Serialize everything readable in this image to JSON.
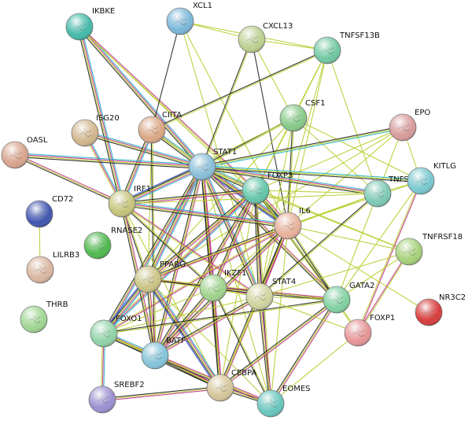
{
  "diagram": {
    "type": "protein-interaction-network",
    "edge_palette": {
      "cyan": "#22b3c8",
      "magenta": "#c0308a",
      "olive": "#b8cc2e",
      "black": "#222222",
      "blue": "#2b4ad6",
      "lilac": "#9a77c8"
    },
    "nodes": [
      {
        "id": "IKBKE",
        "label": "IKBKE",
        "color": "#42b9a8"
      },
      {
        "id": "XCL1",
        "label": "XCL1",
        "color": "#7ab7d8"
      },
      {
        "id": "CXCL13",
        "label": "CXCL13",
        "color": "#bccf8f"
      },
      {
        "id": "TNFSF13B",
        "label": "TNFSF13B",
        "color": "#6fc8a1"
      },
      {
        "id": "CSF1",
        "label": "CSF1",
        "color": "#86c987"
      },
      {
        "id": "EPO",
        "label": "EPO",
        "color": "#d89a9a"
      },
      {
        "id": "ISG20",
        "label": "ISG20",
        "color": "#d1b68d"
      },
      {
        "id": "CIITA",
        "label": "CIITA",
        "color": "#d9a784"
      },
      {
        "id": "OASL",
        "label": "OASL",
        "color": "#d8a38c"
      },
      {
        "id": "STAT1",
        "label": "STAT1",
        "color": "#88bed8"
      },
      {
        "id": "FOXP3",
        "label": "FOXP3",
        "color": "#63c6a8"
      },
      {
        "id": "TNFS",
        "label": "TNFS",
        "color": "#7cc9b3"
      },
      {
        "id": "KITLG",
        "label": "KITLG",
        "color": "#79c8cf"
      },
      {
        "id": "IRF1",
        "label": "IRF1",
        "color": "#c5c47a"
      },
      {
        "id": "IL6",
        "label": "IL6",
        "color": "#e8b09a"
      },
      {
        "id": "CD72",
        "label": "CD72",
        "color": "#4055b0"
      },
      {
        "id": "RNASE2",
        "label": "RNASE2",
        "color": "#4fb84e"
      },
      {
        "id": "LILRB3",
        "label": "LILRB3",
        "color": "#d9b59e"
      },
      {
        "id": "TNFRSF18",
        "label": "TNFRSF18",
        "color": "#a5d078"
      },
      {
        "id": "PPARG",
        "label": "PPARG",
        "color": "#c9c384"
      },
      {
        "id": "IKZF1",
        "label": "IKZF1",
        "color": "#9fd38c"
      },
      {
        "id": "STAT4",
        "label": "STAT4",
        "color": "#cfd39c"
      },
      {
        "id": "GATA2",
        "label": "GATA2",
        "color": "#7fd0a0"
      },
      {
        "id": "NR3C2",
        "label": "NR3C2",
        "color": "#d83b3b"
      },
      {
        "id": "THRB",
        "label": "THRB",
        "color": "#9fd591"
      },
      {
        "id": "FOXO1",
        "label": "FOXO1",
        "color": "#8fd3a7"
      },
      {
        "id": "FOXP1",
        "label": "FOXP1",
        "color": "#e79496"
      },
      {
        "id": "BATF",
        "label": "BATF",
        "color": "#83c3d9"
      },
      {
        "id": "SREBF2",
        "label": "SREBF2",
        "color": "#9a8fd0"
      },
      {
        "id": "CEBPA",
        "label": "CEBPA",
        "color": "#d5c59a"
      },
      {
        "id": "EOMES",
        "label": "EOMES",
        "color": "#67c6bd"
      }
    ],
    "edges": [
      [
        "IKBKE",
        "STAT1",
        "cyan",
        "magenta",
        "olive",
        "black"
      ],
      [
        "IKBKE",
        "IRF1",
        "cyan",
        "magenta",
        "olive",
        "black"
      ],
      [
        "IKBKE",
        "IL6",
        "olive"
      ],
      [
        "IKBKE",
        "FOXP3",
        "magenta",
        "olive"
      ],
      [
        "XCL1",
        "CXCL13",
        "olive"
      ],
      [
        "XCL1",
        "TNFSF13B",
        "olive"
      ],
      [
        "XCL1",
        "CIITA",
        "black"
      ],
      [
        "XCL1",
        "IL6",
        "olive"
      ],
      [
        "XCL1",
        "STAT4",
        "olive"
      ],
      [
        "CXCL13",
        "TNFSF13B",
        "olive"
      ],
      [
        "CXCL13",
        "STAT1",
        "olive",
        "black"
      ],
      [
        "CXCL13",
        "IL6",
        "black"
      ],
      [
        "CXCL13",
        "CSF1",
        "olive"
      ],
      [
        "TNFSF13B",
        "CIITA",
        "olive",
        "black"
      ],
      [
        "TNFSF13B",
        "CSF1",
        "olive"
      ],
      [
        "TNFSF13B",
        "IL6",
        "olive"
      ],
      [
        "TNFSF13B",
        "FOXP3",
        "olive"
      ],
      [
        "TNFSF13B",
        "TNFS",
        "olive"
      ],
      [
        "TNFSF13B",
        "STAT4",
        "olive"
      ],
      [
        "CSF1",
        "STAT1",
        "olive",
        "black"
      ],
      [
        "CSF1",
        "IL6",
        "olive",
        "black"
      ],
      [
        "CSF1",
        "FOXP3",
        "olive"
      ],
      [
        "CSF1",
        "TNFS",
        "olive"
      ],
      [
        "CSF1",
        "KITLG",
        "olive"
      ],
      [
        "CSF1",
        "IRF1",
        "olive"
      ],
      [
        "CSF1",
        "PPARG",
        "olive"
      ],
      [
        "CSF1",
        "STAT4",
        "olive"
      ],
      [
        "EPO",
        "STAT1",
        "cyan",
        "olive",
        "black"
      ],
      [
        "EPO",
        "IL6",
        "olive"
      ],
      [
        "EPO",
        "KITLG",
        "olive"
      ],
      [
        "EPO",
        "TNFS",
        "olive"
      ],
      [
        "EPO",
        "FOXP3",
        "olive"
      ],
      [
        "EPO",
        "PPARG",
        "olive"
      ],
      [
        "ISG20",
        "STAT1",
        "cyan",
        "magenta",
        "olive",
        "black"
      ],
      [
        "ISG20",
        "IRF1",
        "cyan",
        "magenta",
        "olive"
      ],
      [
        "CIITA",
        "STAT1",
        "cyan",
        "magenta",
        "olive",
        "black"
      ],
      [
        "CIITA",
        "IRF1",
        "cyan",
        "magenta",
        "olive",
        "black"
      ],
      [
        "CIITA",
        "IL6",
        "olive"
      ],
      [
        "CIITA",
        "PPARG",
        "olive"
      ],
      [
        "CIITA",
        "BATF",
        "olive",
        "black"
      ],
      [
        "OASL",
        "STAT1",
        "cyan",
        "magenta",
        "olive",
        "black"
      ],
      [
        "OASL",
        "IRF1",
        "magenta",
        "olive",
        "black"
      ],
      [
        "STAT1",
        "IRF1",
        "cyan",
        "magenta",
        "olive",
        "black",
        "blue"
      ],
      [
        "STAT1",
        "IL6",
        "cyan",
        "magenta",
        "olive",
        "black",
        "blue"
      ],
      [
        "STAT1",
        "FOXP3",
        "cyan",
        "magenta",
        "olive",
        "black"
      ],
      [
        "STAT1",
        "TNFS",
        "cyan",
        "magenta",
        "olive",
        "black"
      ],
      [
        "STAT1",
        "KITLG",
        "cyan",
        "olive",
        "black"
      ],
      [
        "STAT1",
        "PPARG",
        "cyan",
        "magenta",
        "olive",
        "black"
      ],
      [
        "STAT1",
        "IKZF1",
        "magenta",
        "olive",
        "black"
      ],
      [
        "STAT1",
        "STAT4",
        "cyan",
        "magenta",
        "olive",
        "black"
      ],
      [
        "STAT1",
        "GATA2",
        "magenta",
        "olive",
        "black"
      ],
      [
        "STAT1",
        "FOXO1",
        "cyan",
        "magenta",
        "olive",
        "black"
      ],
      [
        "STAT1",
        "BATF",
        "magenta",
        "olive",
        "black"
      ],
      [
        "STAT1",
        "CEBPA",
        "magenta",
        "olive",
        "black"
      ],
      [
        "STAT1",
        "EOMES",
        "olive"
      ],
      [
        "STAT1",
        "TNFRSF18",
        "olive"
      ],
      [
        "FOXP3",
        "IL6",
        "magenta",
        "olive",
        "black",
        "blue"
      ],
      [
        "FOXP3",
        "IRF1",
        "magenta",
        "olive",
        "black"
      ],
      [
        "FOXP3",
        "PPARG",
        "magenta",
        "olive",
        "black"
      ],
      [
        "FOXP3",
        "IKZF1",
        "magenta",
        "olive",
        "black"
      ],
      [
        "FOXP3",
        "STAT4",
        "magenta",
        "olive",
        "black"
      ],
      [
        "FOXP3",
        "GATA2",
        "olive",
        "black"
      ],
      [
        "FOXP3",
        "FOXO1",
        "cyan",
        "magenta",
        "olive"
      ],
      [
        "FOXP3",
        "BATF",
        "magenta",
        "olive",
        "black"
      ],
      [
        "FOXP3",
        "CEBPA",
        "olive"
      ],
      [
        "FOXP3",
        "EOMES",
        "olive",
        "black"
      ],
      [
        "FOXP3",
        "TNFS",
        "olive"
      ],
      [
        "FOXP3",
        "TNFRSF18",
        "olive"
      ],
      [
        "FOXP3",
        "FOXP1",
        "olive"
      ],
      [
        "TNFS",
        "IL6",
        "olive"
      ],
      [
        "TNFS",
        "KITLG",
        "olive"
      ],
      [
        "TNFS",
        "IRF1",
        "olive"
      ],
      [
        "TNFS",
        "PPARG",
        "olive"
      ],
      [
        "TNFS",
        "STAT4",
        "olive",
        "black"
      ],
      [
        "TNFS",
        "GATA2",
        "olive"
      ],
      [
        "KITLG",
        "IL6",
        "olive"
      ],
      [
        "KITLG",
        "GATA2",
        "olive"
      ],
      [
        "KITLG",
        "FOXP1",
        "magenta",
        "olive"
      ],
      [
        "IRF1",
        "IL6",
        "cyan",
        "magenta",
        "olive",
        "black"
      ],
      [
        "IRF1",
        "PPARG",
        "olive",
        "black"
      ],
      [
        "IRF1",
        "STAT4",
        "magenta",
        "olive"
      ],
      [
        "IRF1",
        "IKZF1",
        "olive",
        "black"
      ],
      [
        "IRF1",
        "BATF",
        "magenta",
        "olive",
        "black"
      ],
      [
        "IRF1",
        "CEBPA",
        "olive"
      ],
      [
        "IL6",
        "PPARG",
        "magenta",
        "olive",
        "black"
      ],
      [
        "IL6",
        "IKZF1",
        "olive"
      ],
      [
        "IL6",
        "STAT4",
        "magenta",
        "olive",
        "black"
      ],
      [
        "IL6",
        "GATA2",
        "olive",
        "black"
      ],
      [
        "IL6",
        "FOXO1",
        "magenta",
        "olive"
      ],
      [
        "IL6",
        "BATF",
        "magenta",
        "olive",
        "black"
      ],
      [
        "IL6",
        "CEBPA",
        "magenta",
        "olive",
        "black"
      ],
      [
        "IL6",
        "TNFRSF18",
        "olive"
      ],
      [
        "IL6",
        "NR3C2",
        "olive"
      ],
      [
        "IL6",
        "EOMES",
        "olive"
      ],
      [
        "CD72",
        "LILRB3",
        "olive"
      ],
      [
        "PPARG",
        "IKZF1",
        "magenta",
        "olive"
      ],
      [
        "PPARG",
        "STAT4",
        "olive"
      ],
      [
        "PPARG",
        "FOXO1",
        "cyan",
        "magenta",
        "olive",
        "black",
        "blue"
      ],
      [
        "PPARG",
        "BATF",
        "magenta",
        "olive",
        "black"
      ],
      [
        "PPARG",
        "CEBPA",
        "cyan",
        "magenta",
        "olive",
        "black",
        "blue"
      ],
      [
        "PPARG",
        "GATA2",
        "olive",
        "black"
      ],
      [
        "PPARG",
        "EOMES",
        "olive"
      ],
      [
        "IKZF1",
        "STAT4",
        "magenta",
        "olive"
      ],
      [
        "IKZF1",
        "GATA2",
        "magenta",
        "olive",
        "black"
      ],
      [
        "IKZF1",
        "FOXO1",
        "olive"
      ],
      [
        "IKZF1",
        "BATF",
        "magenta",
        "olive",
        "black"
      ],
      [
        "IKZF1",
        "CEBPA",
        "magenta",
        "olive",
        "black"
      ],
      [
        "IKZF1",
        "EOMES",
        "olive",
        "black"
      ],
      [
        "STAT4",
        "GATA2",
        "olive"
      ],
      [
        "STAT4",
        "FOXO1",
        "olive"
      ],
      [
        "STAT4",
        "BATF",
        "magenta",
        "olive",
        "black"
      ],
      [
        "STAT4",
        "CEBPA",
        "olive"
      ],
      [
        "STAT4",
        "EOMES",
        "magenta",
        "olive",
        "black"
      ],
      [
        "GATA2",
        "FOXP1",
        "olive"
      ],
      [
        "GATA2",
        "CEBPA",
        "magenta",
        "olive",
        "black"
      ],
      [
        "GATA2",
        "EOMES",
        "magenta",
        "olive",
        "black"
      ],
      [
        "GATA2",
        "FOXO1",
        "olive",
        "black"
      ],
      [
        "GATA2",
        "TNFRSF18",
        "olive"
      ],
      [
        "FOXO1",
        "BATF",
        "cyan",
        "magenta",
        "olive",
        "black"
      ],
      [
        "FOXO1",
        "CEBPA",
        "magenta",
        "olive",
        "black"
      ],
      [
        "FOXO1",
        "SREBF2",
        "cyan",
        "magenta",
        "olive"
      ],
      [
        "FOXO1",
        "EOMES",
        "olive"
      ],
      [
        "BATF",
        "CEBPA",
        "magenta",
        "olive",
        "black"
      ],
      [
        "BATF",
        "EOMES",
        "magenta",
        "olive",
        "black"
      ],
      [
        "CEBPA",
        "EOMES",
        "magenta",
        "olive",
        "black"
      ],
      [
        "CEBPA",
        "SREBF2",
        "magenta",
        "olive",
        "black"
      ],
      [
        "FOXP1",
        "TNFRSF18",
        "magenta",
        "olive"
      ],
      [
        "FOXP1",
        "EOMES",
        "olive"
      ],
      [
        "STAT4",
        "FOXP1",
        "olive"
      ],
      [
        "TNFRSF18",
        "STAT4",
        "olive"
      ]
    ]
  }
}
